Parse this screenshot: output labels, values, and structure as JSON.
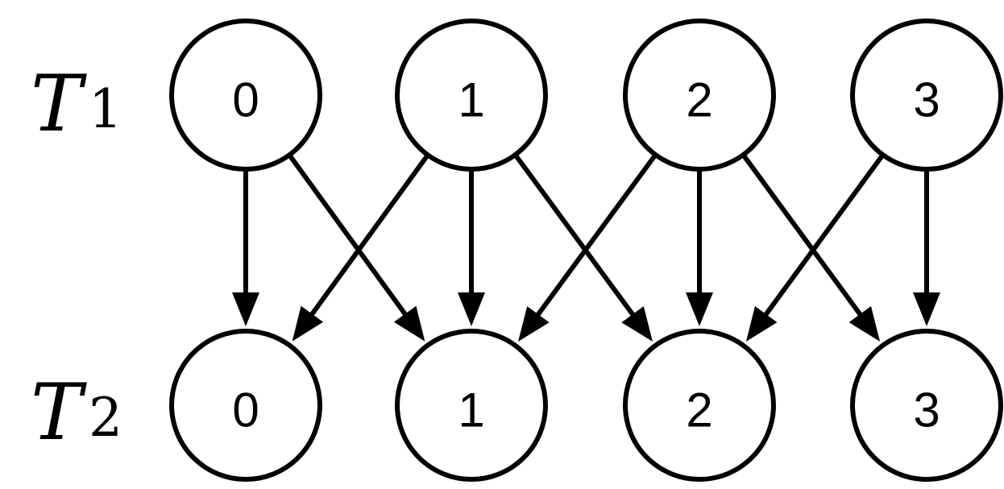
{
  "rows": [
    {
      "label_main": "T",
      "label_sub": "1",
      "nodes": [
        "0",
        "1",
        "2",
        "3"
      ]
    },
    {
      "label_main": "T",
      "label_sub": "2",
      "nodes": [
        "0",
        "1",
        "2",
        "3"
      ]
    }
  ],
  "edges": [
    {
      "from": 0,
      "to": 0
    },
    {
      "from": 0,
      "to": 1
    },
    {
      "from": 1,
      "to": 0
    },
    {
      "from": 1,
      "to": 1
    },
    {
      "from": 1,
      "to": 2
    },
    {
      "from": 2,
      "to": 1
    },
    {
      "from": 2,
      "to": 2
    },
    {
      "from": 2,
      "to": 3
    },
    {
      "from": 3,
      "to": 2
    },
    {
      "from": 3,
      "to": 3
    }
  ],
  "colors": {
    "stroke": "#000000",
    "node_fill": "#ffffff",
    "background": "#ffffff"
  }
}
